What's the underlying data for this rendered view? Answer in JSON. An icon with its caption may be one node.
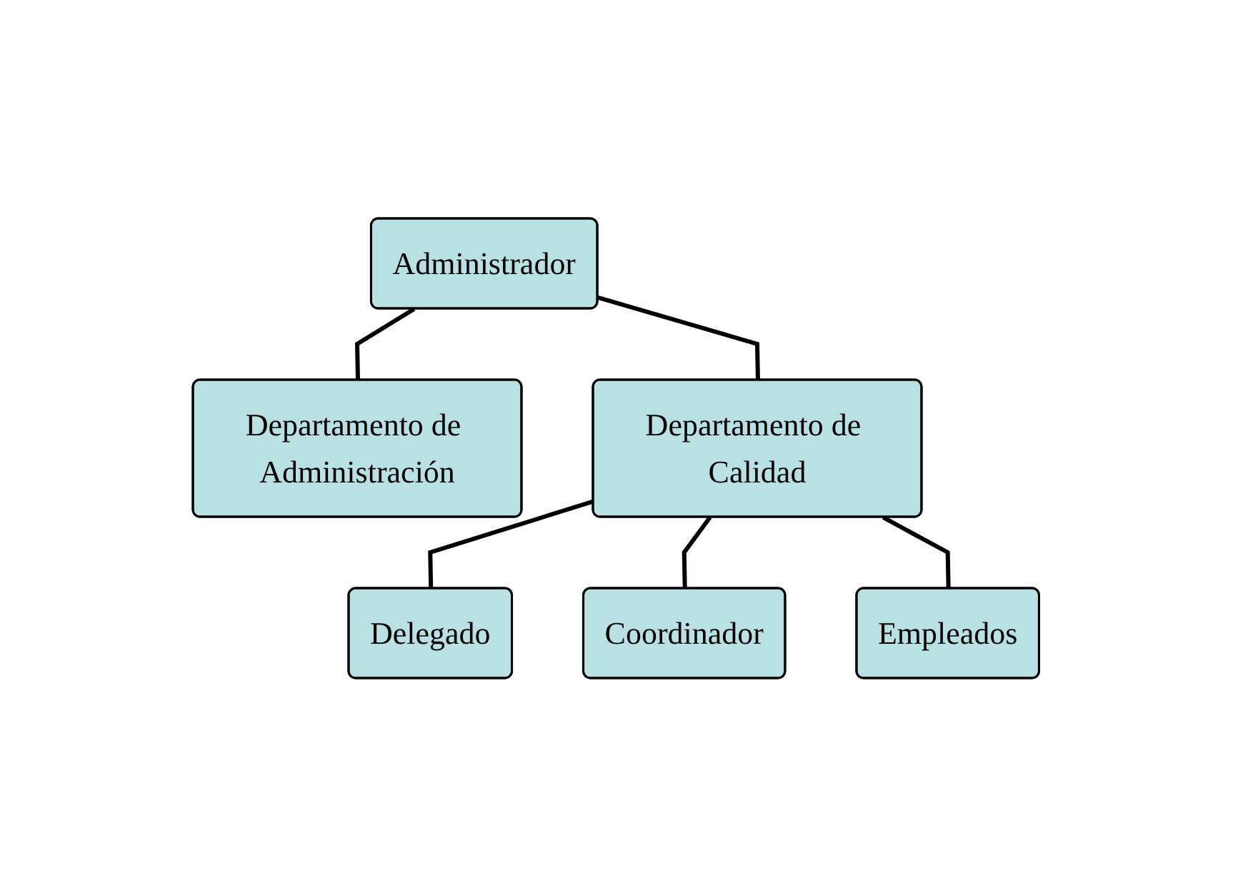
{
  "diagram": {
    "nodes": [
      {
        "text": [
          "Administrador"
        ]
      },
      {
        "text": [
          "Departamento de Administración"
        ]
      },
      {
        "text": [
          "Departamento de Calidad"
        ]
      },
      {
        "text": [
          "Delegado"
        ]
      },
      {
        "text": [
          "Coordinador"
        ]
      },
      {
        "text": [
          "Empleados"
        ]
      }
    ],
    "edges": [
      {
        "from": 0,
        "to": 1,
        "arrow": "none"
      },
      {
        "from": 0,
        "to": 2,
        "arrow": "none"
      },
      {
        "from": 2,
        "to": 3,
        "arrow": "none"
      },
      {
        "from": 2,
        "to": 4,
        "arrow": "none"
      },
      {
        "from": 2,
        "to": 5,
        "arrow": "none"
      }
    ]
  }
}
